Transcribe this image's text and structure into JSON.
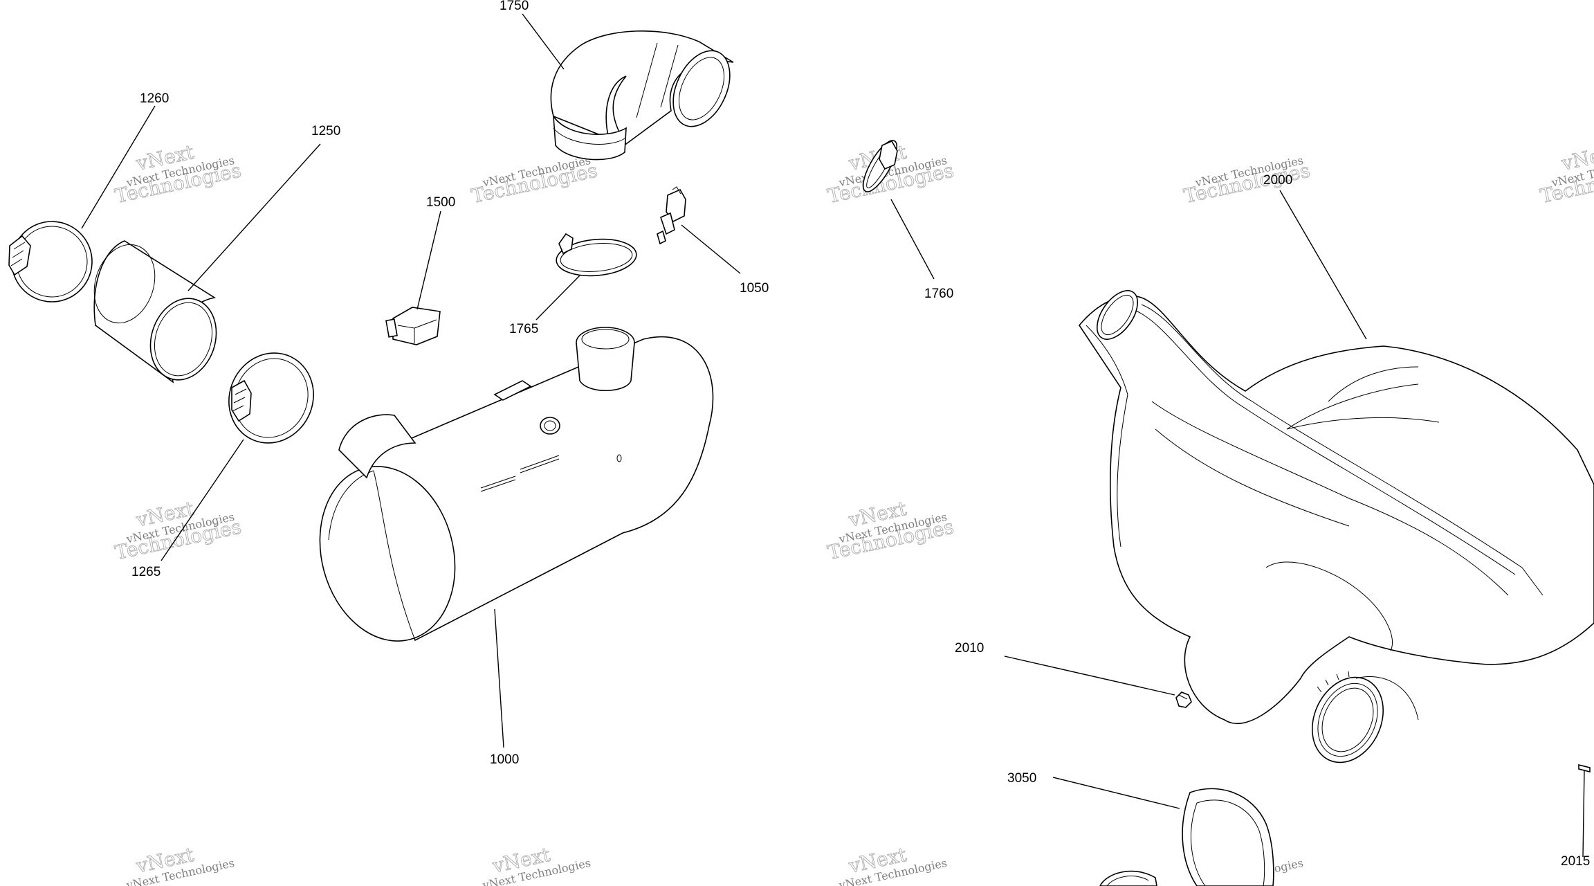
{
  "labels": {
    "p1750": "1750",
    "p1260": "1260",
    "p1250": "1250",
    "p1500": "1500",
    "p1765": "1765",
    "p1050": "1050",
    "p1760": "1760",
    "p2000": "2000",
    "p1265": "1265",
    "p1000": "1000",
    "p2010": "2010",
    "p3050": "3050",
    "p2015": "2015"
  },
  "watermark": {
    "line1": "vNext Technologies",
    "line2": "Technologies",
    "line3": "vNext"
  }
}
